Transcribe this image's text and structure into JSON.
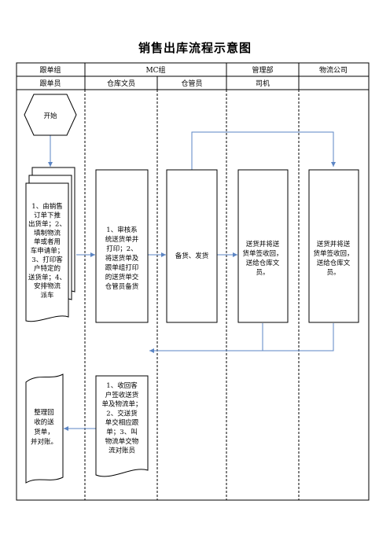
{
  "title": "销售出库流程示意图",
  "header_row1": [
    "跟单组",
    "MC组",
    "管理部",
    "物流公司"
  ],
  "header_row2": [
    "跟单员",
    "仓库文员",
    "仓管员",
    "司机",
    ""
  ],
  "nodes": {
    "start": "开始",
    "gendan_task": [
      "1、由销售",
      "订单下推",
      "出货单；2、",
      "填制物流",
      "单或者用",
      "车申请单；",
      "3、打印客",
      "户特定的",
      "送货单；4、",
      "安排物流",
      "派车"
    ],
    "wenyuan_task": [
      "1、审核系",
      "统送货单并",
      "打印；2、",
      "将送货单及",
      "跟单组打印",
      "的送货单交",
      "仓管员备货"
    ],
    "cangguan_task": [
      "备货、发货"
    ],
    "siji_task": [
      "送货并将送",
      "货单签收回，",
      "送给仓库文",
      "员。"
    ],
    "wuliu_task": [
      "送货并将送",
      "货单签收回，",
      "送给仓库文",
      "员。"
    ],
    "wenyuan_return": [
      "1、收回客",
      "户签收送货",
      "单及物流单；",
      "2、交送货",
      "单交相应跟",
      "单；3、叫",
      "物流单交物",
      "流对账员"
    ],
    "gendan_end": [
      "整理回",
      "收的送",
      "货单，",
      "并对账。"
    ]
  }
}
